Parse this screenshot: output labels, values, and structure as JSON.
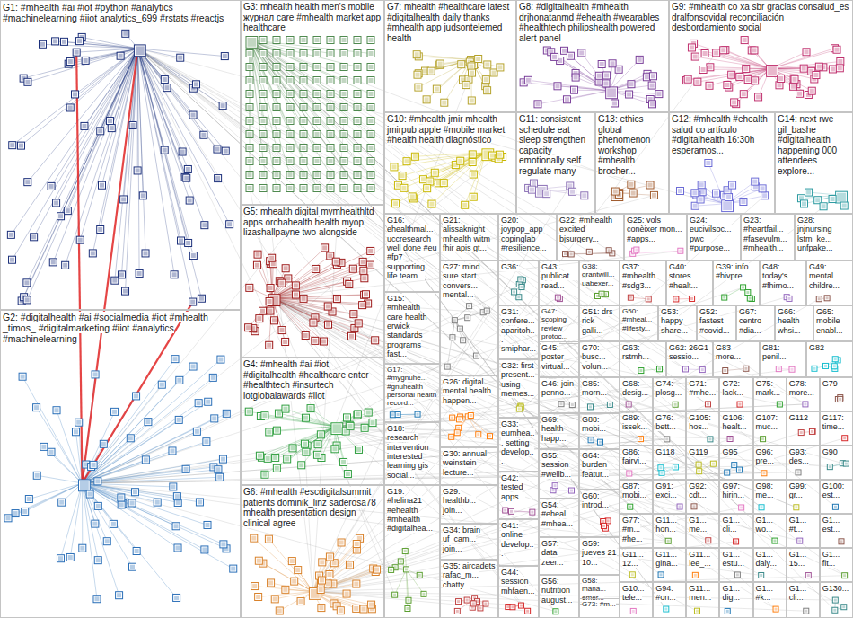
{
  "diagram": {
    "nodes": [
      {
        "text": [
          "G1: #mhealth #ai #iot #python #analytics #machinelearning #iiot analytics_699 #rstats #reactjs"
        ]
      },
      {
        "text": [
          "G2: #digitalhealth #ai #socialmedia #iot #mhealth _timos_ #digitalmarketing #iiot #analytics #machinelearning"
        ]
      },
      {
        "text": [
          "G3: mhealth health men's mobile журнал care #mhealth market app healthcare"
        ]
      },
      {
        "text": [
          "G5: mhealth digital mymhealthltd apps orchahealth health myop lizashallpayne two alongside"
        ]
      },
      {
        "text": [
          "G4: #mhealth #ai #iot #digitalhealth #healthcare enter #healthtech #insurtech iotglobalawards #iiot"
        ]
      },
      {
        "text": [
          "G6: #mhealth #escdigitalsummit patients dominik_linz saderosa78 mhealth presentation design clinical agree"
        ]
      },
      {
        "text": [
          "G7: mhealth #healthcare latest #digitalhealth daily thanks #mhealth app judsontelemed health"
        ]
      },
      {
        "text": [
          "G8: #digitalhealth #mhealth drjhonatanmd #ehealth #wearables #healthtech philipshealth powered alert panel"
        ]
      },
      {
        "text": [
          "G9: #mhealth co xa sbr gracias consalud_es dralfonsovidal reconciliación desbordamiento social"
        ]
      },
      {
        "text": [
          "G10: #mhealth jmir mhealth jmirpub apple #mobile market #health health diagnóstico"
        ]
      },
      {
        "text": [
          "G11: consistent schedule eat sleep strengthen capacity emotionally self regulate many"
        ]
      },
      {
        "text": [
          "G13: ethics global phenomenon workshop #mhealth brocher..."
        ]
      },
      {
        "text": [
          "G12: #mhealth #ehealth salud co artículo #digitalhealth 16:30h esperamos..."
        ]
      },
      {
        "text": [
          "G14: next rwe gil_bashe #digitalhealth happening 000 attendees explore..."
        ]
      },
      {
        "text": [
          "G16: ehealthmal... uccresearch well done #eu #fp7 supporting life team..."
        ]
      },
      {
        "text": [
          "G21: alissaknight mhealth witm fhir apis gt..."
        ]
      },
      {
        "text": [
          "G20: joypop_app copinglab #resilience..."
        ]
      },
      {
        "text": [
          "G22: #mhealth excited bjsurgery..."
        ]
      },
      {
        "text": [
          "G25: vols conèixer mon... #apps..."
        ]
      },
      {
        "text": [
          "G24: eucivilsoc... pwc #purpose..."
        ]
      },
      {
        "text": [
          "G23: #heartfail... #fasevulm... #mhealth..."
        ]
      },
      {
        "text": [
          "G28: jnjnursing lstm_ke... unfpake..."
        ]
      },
      {
        "text": [
          "G15: #mhealth care health erwick standards programs fast..."
        ]
      },
      {
        "text": [
          "G27: mind sure start convers... mental..."
        ]
      },
      {
        "text": [
          "G36:"
        ]
      },
      {
        "text": [
          "G43: publicat... read..."
        ]
      },
      {
        "text": [
          "G38: grantwill... uabexer..."
        ]
      },
      {
        "text": [
          "G37: #mhealth #sdg3..."
        ]
      },
      {
        "text": [
          "G40: stores #healt..."
        ]
      },
      {
        "text": [
          "G39: info #hivpre..."
        ]
      },
      {
        "text": [
          "G48: today's #fhirno..."
        ]
      },
      {
        "text": [
          "G49: mental childre..."
        ]
      },
      {
        "text": [
          "G31: confere... aparitoh... smiphar..."
        ]
      },
      {
        "text": [
          "G47: scoping review protoc..."
        ]
      },
      {
        "text": [
          "G51: drs rick galli..."
        ]
      },
      {
        "text": [
          "G50: #mheal... #lifesty..."
        ]
      },
      {
        "text": [
          "G53: happy share..."
        ]
      },
      {
        "text": [
          "G52: fastest #covid..."
        ]
      },
      {
        "text": [
          "G67: centro #dia..."
        ]
      },
      {
        "text": [
          "G66: health whsi..."
        ]
      },
      {
        "text": [
          "G65: mobile enabl..."
        ]
      },
      {
        "text": [
          "G45: poster virtual..."
        ]
      },
      {
        "text": [
          "G70: busc... volun..."
        ]
      },
      {
        "text": [
          "G63: rstmh..."
        ]
      },
      {
        "text": [
          "G62: 26G1 sessio..."
        ]
      },
      {
        "text": [
          "G83 more..."
        ]
      },
      {
        "text": [
          "G81: penil..."
        ]
      },
      {
        "text": [
          "G82"
        ]
      },
      {
        "text": [
          "G32: first present... using memes..."
        ]
      },
      {
        "text": [
          "G17: #mygnuhe... #gnuhealth personal health record..."
        ]
      },
      {
        "text": [
          "G26: digital mental health happen..."
        ]
      },
      {
        "text": [
          "G46: join penno..."
        ]
      },
      {
        "text": [
          "G85: morn..."
        ]
      },
      {
        "text": [
          "G68: desig..."
        ]
      },
      {
        "text": [
          "G74: plosg..."
        ]
      },
      {
        "text": [
          "G71: #mhe..."
        ]
      },
      {
        "text": [
          "G72: lack..."
        ]
      },
      {
        "text": [
          "G75: mark..."
        ]
      },
      {
        "text": [
          "G78: more..."
        ]
      },
      {
        "text": [
          "G79"
        ]
      },
      {
        "text": [
          "G33: eumhea... setting develop..."
        ]
      },
      {
        "text": [
          "G18: research intervention interested learning gis social..."
        ]
      },
      {
        "text": [
          "G69: health happ..."
        ]
      },
      {
        "text": [
          "G88: mobi..."
        ]
      },
      {
        "text": [
          "G89: issek..."
        ]
      },
      {
        "text": [
          "G76: bett..."
        ]
      },
      {
        "text": [
          "G105: hos..."
        ]
      },
      {
        "text": [
          "G106: healt..."
        ]
      },
      {
        "text": [
          "G107: muc..."
        ]
      },
      {
        "text": [
          "G112"
        ]
      },
      {
        "text": [
          "G117: time..."
        ]
      },
      {
        "text": [
          "G30: annual weinstein lecture..."
        ]
      },
      {
        "text": [
          "G55: session #wellb..."
        ]
      },
      {
        "text": [
          "G64: burden featur..."
        ]
      },
      {
        "text": [
          "G86: fairvi..."
        ]
      },
      {
        "text": [
          "G118"
        ]
      },
      {
        "text": [
          "G119"
        ]
      },
      {
        "text": [
          "G95"
        ]
      },
      {
        "text": [
          "G96: pre..."
        ]
      },
      {
        "text": [
          "G93: des..."
        ]
      },
      {
        "text": [
          "G90"
        ]
      },
      {
        "text": [
          "G42: tested apps..."
        ]
      },
      {
        "text": [
          "G19: #helina21 #ehealth #mhealth #digitalhea..."
        ]
      },
      {
        "text": [
          "G29: healthb... join..."
        ]
      },
      {
        "text": [
          "G60: introd..."
        ]
      },
      {
        "text": [
          "G87: mobi..."
        ]
      },
      {
        "text": [
          "G91: exci..."
        ]
      },
      {
        "text": [
          "G92: cdt..."
        ]
      },
      {
        "text": [
          "G97: hirin..."
        ]
      },
      {
        "text": [
          "G98: me..."
        ]
      },
      {
        "text": [
          "G99: gr..."
        ]
      },
      {
        "text": [
          "G100: est..."
        ]
      },
      {
        "text": [
          "G54: #eheal... #mhea..."
        ]
      },
      {
        "text": [
          "G41: online develop..."
        ]
      },
      {
        "text": [
          "G34: brain uf_cam... join..."
        ]
      },
      {
        "text": [
          "G77: #m... #he..."
        ]
      },
      {
        "text": [
          "G11... hon..."
        ]
      },
      {
        "text": [
          "G1... me..."
        ]
      },
      {
        "text": [
          "G1... cli..."
        ]
      },
      {
        "text": [
          "G1... wo..."
        ]
      },
      {
        "text": [
          "G1... #t..."
        ]
      },
      {
        "text": [
          "G1... est..."
        ]
      },
      {
        "text": [
          "G57: data zeer..."
        ]
      },
      {
        "text": [
          "G59: jueves 21 10..."
        ]
      },
      {
        "text": [
          "G11... 12..."
        ]
      },
      {
        "text": [
          "G11... gina..."
        ]
      },
      {
        "text": [
          "G11... lee_..."
        ]
      },
      {
        "text": [
          "G1... estu..."
        ]
      },
      {
        "text": [
          "G1... daly..."
        ]
      },
      {
        "text": [
          "G1... 15..."
        ]
      },
      {
        "text": [
          "G1... fit..."
        ]
      },
      {
        "text": [
          "G35: aircadets rafac_m... chatty..."
        ]
      },
      {
        "text": [
          "G44: session mhfaen..."
        ]
      },
      {
        "text": [
          "G56: nutrition august..."
        ]
      },
      {
        "text": [
          "G58: mana... emer..."
        ]
      },
      {
        "text": [
          "G73: #m..."
        ]
      },
      {
        "text": [
          "G10... tele..."
        ]
      },
      {
        "text": [
          "G94: #on..."
        ]
      },
      {
        "text": [
          "G11... men..."
        ]
      },
      {
        "text": [
          "G1... dig..."
        ]
      },
      {
        "text": [
          "G1... #k..."
        ]
      },
      {
        "text": [
          "G1... cli..."
        ]
      },
      {
        "text": [
          "G130..."
        ]
      }
    ]
  }
}
